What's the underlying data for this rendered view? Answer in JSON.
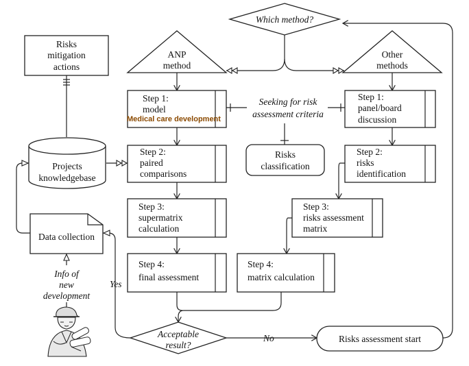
{
  "decision_method": "Which method?",
  "anp_method": [
    "ANP",
    "method"
  ],
  "other_methods": [
    "Other",
    "methods"
  ],
  "risks_mitigation": [
    "Risks",
    "mitigation",
    "actions"
  ],
  "projects_kb": [
    "Projects",
    "knowledgebase"
  ],
  "data_collection": "Data collection",
  "info_new_dev": [
    "Info of",
    "new",
    "development"
  ],
  "anp_steps": {
    "step1": [
      "Step 1:",
      "model"
    ],
    "step1_overlay": "Medical care development",
    "step2": [
      "Step 2:",
      "paired",
      "comparisons"
    ],
    "step3": [
      "Step 3:",
      "supermatrix",
      "calculation"
    ],
    "step4": [
      "Step 4:",
      "final assessment"
    ]
  },
  "other_steps": {
    "step1": [
      "Step 1:",
      "panel/board",
      "discussion"
    ],
    "step2": [
      "Step 2:",
      "risks",
      "identification"
    ],
    "step3": [
      "Step 3:",
      "risks assessment",
      "matrix"
    ],
    "step4": [
      "Step 4:",
      "matrix calculation"
    ]
  },
  "seeking_criteria": [
    "Seeking for risk",
    "assessment criteria"
  ],
  "risks_classification": [
    "Risks",
    "classification"
  ],
  "acceptable_result": [
    "Acceptable",
    "result?"
  ],
  "yes_label": "Yes",
  "no_label": "No",
  "assessment_start": "Risks assessment start"
}
